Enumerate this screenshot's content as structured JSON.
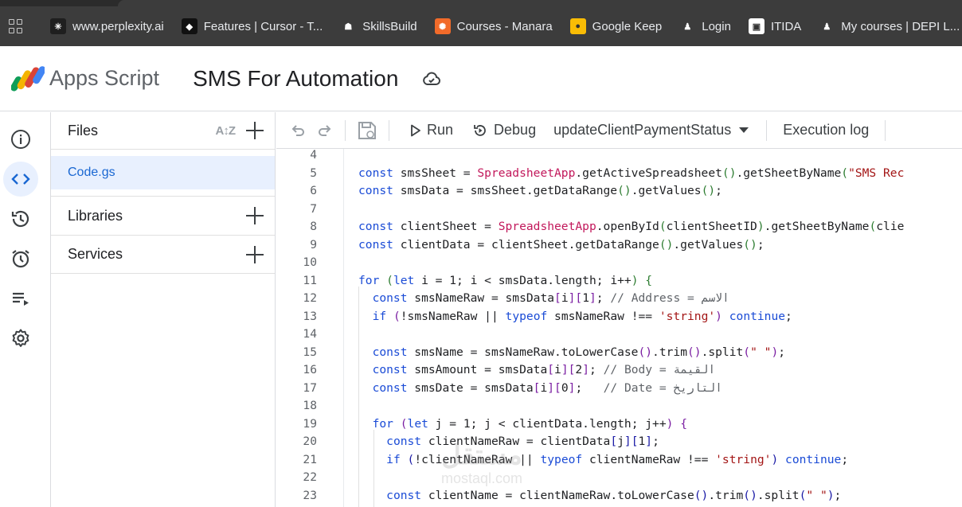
{
  "bookmarks": [
    {
      "label": "www.perplexity.ai",
      "icon": "perplexity-icon",
      "color": "#1f1f1f",
      "glyph": "✳"
    },
    {
      "label": "Features | Cursor - T...",
      "icon": "cursor-icon",
      "color": "#111111",
      "glyph": "◆"
    },
    {
      "label": "SkillsBuild",
      "icon": "skillsbuild-icon",
      "color": "#3c3c3c",
      "glyph": "☗"
    },
    {
      "label": "Courses - Manara",
      "icon": "manara-icon",
      "color": "#f26b2a",
      "glyph": "✺"
    },
    {
      "label": "Google Keep",
      "icon": "google-keep-icon",
      "color": "#f9bc05",
      "glyph": "●"
    },
    {
      "label": "Login",
      "icon": "login-icon",
      "color": "#3c3c3c",
      "glyph": "♟"
    },
    {
      "label": "ITIDA",
      "icon": "itida-icon",
      "color": "#ffffff",
      "glyph": "▣"
    },
    {
      "label": "My courses | DEPI L...",
      "icon": "depi-icon",
      "color": "#3c3c3c",
      "glyph": "♟"
    }
  ],
  "header": {
    "app_name": "Apps Script",
    "project_name": "SMS For Automation"
  },
  "files_panel": {
    "title": "Files",
    "file": "Code.gs",
    "sections": [
      "Libraries",
      "Services"
    ]
  },
  "toolbar": {
    "run": "Run",
    "debug": "Debug",
    "function": "updateClientPaymentStatus",
    "execution_log": "Execution log"
  },
  "watermark": {
    "ar": "مستقل",
    "en": "mostaql.com"
  },
  "code": [
    {
      "n": "4",
      "html": ""
    },
    {
      "n": "5",
      "html": "<span class='kw'>const</span> smsSheet = <span class='cls'>SpreadsheetApp</span>.getActiveSpreadsheet<span class='br2'>()</span>.getSheetByName<span class='br2'>(</span><span class='str'>\"SMS Rec</span>"
    },
    {
      "n": "6",
      "html": "<span class='kw'>const</span> smsData = smsSheet.getDataRange<span class='br2'>()</span>.getValues<span class='br2'>()</span>;"
    },
    {
      "n": "7",
      "html": ""
    },
    {
      "n": "8",
      "html": "<span class='kw'>const</span> clientSheet = <span class='cls'>SpreadsheetApp</span>.openById<span class='br2'>(</span>clientSheetID<span class='br2'>)</span>.getSheetByName<span class='br2'>(</span>clie"
    },
    {
      "n": "9",
      "html": "<span class='kw'>const</span> clientData = clientSheet.getDataRange<span class='br2'>()</span>.getValues<span class='br2'>()</span>;"
    },
    {
      "n": "10",
      "html": ""
    },
    {
      "n": "11",
      "html": "<span class='kw'>for</span> <span class='br2'>(</span><span class='kw'>let</span> i = 1; i &lt; smsData.length; i++<span class='br2'>)</span> <span class='br2'>{</span>"
    },
    {
      "n": "12",
      "html": "  <span class='kw'>const</span> smsNameRaw = smsData<span class='br3'>[</span>i<span class='br3'>][</span>1<span class='br3'>]</span>; <span class='cm'>// Address = الاسم</span>"
    },
    {
      "n": "13",
      "html": "  <span class='kw'>if</span> <span class='br3'>(</span>!smsNameRaw || <span class='kw'>typeof</span> smsNameRaw !== <span class='str'>'string'</span><span class='br3'>)</span> <span class='kw'>continue</span>;"
    },
    {
      "n": "14",
      "html": ""
    },
    {
      "n": "15",
      "html": "  <span class='kw'>const</span> smsName = smsNameRaw.toLowerCase<span class='br3'>()</span>.trim<span class='br3'>()</span>.split<span class='br3'>(</span><span class='str'>\" \"</span><span class='br3'>)</span>;"
    },
    {
      "n": "16",
      "html": "  <span class='kw'>const</span> smsAmount = smsData<span class='br3'>[</span>i<span class='br3'>][</span>2<span class='br3'>]</span>; <span class='cm'>// Body = القيمة</span>"
    },
    {
      "n": "17",
      "html": "  <span class='kw'>const</span> smsDate = smsData<span class='br3'>[</span>i<span class='br3'>][</span>0<span class='br3'>]</span>;   <span class='cm'>// Date = التاريخ</span>"
    },
    {
      "n": "18",
      "html": ""
    },
    {
      "n": "19",
      "html": "  <span class='kw'>for</span> <span class='br3'>(</span><span class='kw'>let</span> j = 1; j &lt; clientData.length; j++<span class='br3'>)</span> <span class='br3'>{</span>"
    },
    {
      "n": "20",
      "html": "    <span class='kw'>const</span> clientNameRaw = clientData<span class='br1'>[</span>j<span class='br1'>][</span>1<span class='br1'>]</span>;"
    },
    {
      "n": "21",
      "html": "    <span class='kw'>if</span> <span class='br1'>(</span>!clientNameRaw || <span class='kw'>typeof</span> clientNameRaw !== <span class='str'>'string'</span><span class='br1'>)</span> <span class='kw'>continue</span>;"
    },
    {
      "n": "22",
      "html": ""
    },
    {
      "n": "23",
      "html": "    <span class='kw'>const</span> clientName = clientNameRaw.toLowerCase<span class='br1'>()</span>.trim<span class='br1'>()</span>.split<span class='br1'>(</span><span class='str'>\" \"</span><span class='br1'>)</span>;"
    }
  ]
}
